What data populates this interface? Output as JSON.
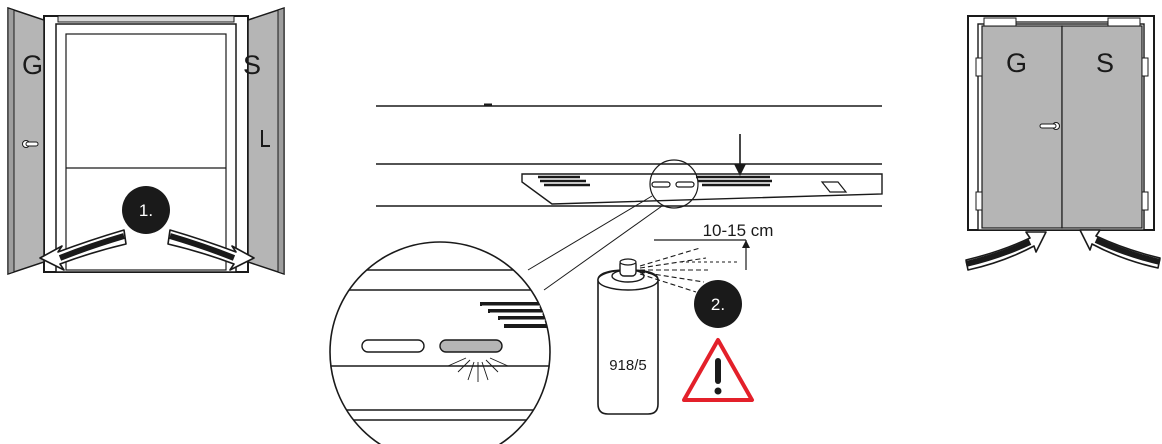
{
  "panel_left": {
    "leaf_left_label": "G",
    "leaf_right_label": "S",
    "step_label": "1."
  },
  "panel_center": {
    "distance_label": "10-15 cm",
    "can_label": "918/5",
    "step_label": "2.",
    "warning_icon": "warning-triangle-icon"
  },
  "panel_right": {
    "leaf_left_label": "G",
    "leaf_right_label": "S"
  },
  "colors": {
    "door_grey": "#b5b5b5",
    "line": "#1a1a1a",
    "badge": "#1a1a1a",
    "warning_red": "#e3202a"
  }
}
